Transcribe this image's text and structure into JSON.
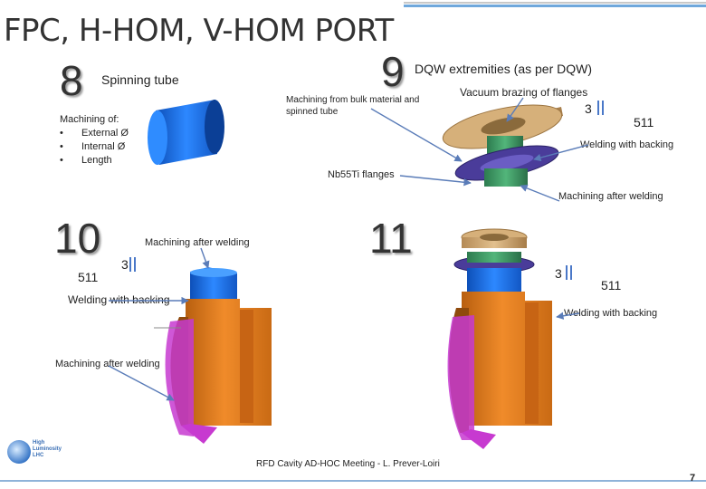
{
  "title": "FPC, H-HOM, V-HOM PORT",
  "step8": {
    "number": "8",
    "label": "Spinning tube",
    "machining_title": "Machining of:",
    "machining_items": [
      "External Ø",
      "Internal Ø",
      "Length"
    ]
  },
  "step9": {
    "number": "9",
    "label": "DQW extremities (as per DQW)",
    "machining_from": "Machining from bulk material and spinned tube",
    "vacuum": "Vacuum brazing of flanges",
    "weld_num": "3",
    "weld_code": "511",
    "welding": "Welding with backing",
    "flanges": "Nb55Ti flanges",
    "machining_after": "Machining after welding"
  },
  "step10": {
    "number": "10",
    "machining_after_top": "Machining after welding",
    "weld_code": "511",
    "weld_num": "3",
    "welding": "Welding with backing",
    "machining_after_bottom": "Machining after welding"
  },
  "step11": {
    "number": "11",
    "weld_num": "3",
    "weld_code": "511",
    "welding": "Welding with backing"
  },
  "logo_text": [
    "High",
    "Luminosity",
    "LHC"
  ],
  "footer": "RFD Cavity AD-HOC Meeting - L. Prever-Loiri",
  "page_number": "7",
  "colors": {
    "tube": "#1f6fe0",
    "flange": "#c9a673",
    "green": "#3fa06a",
    "purple": "#5a4aa8",
    "orange": "#e07b1a",
    "magenta": "#c73ad0",
    "arrow": "#5a7cb8"
  }
}
